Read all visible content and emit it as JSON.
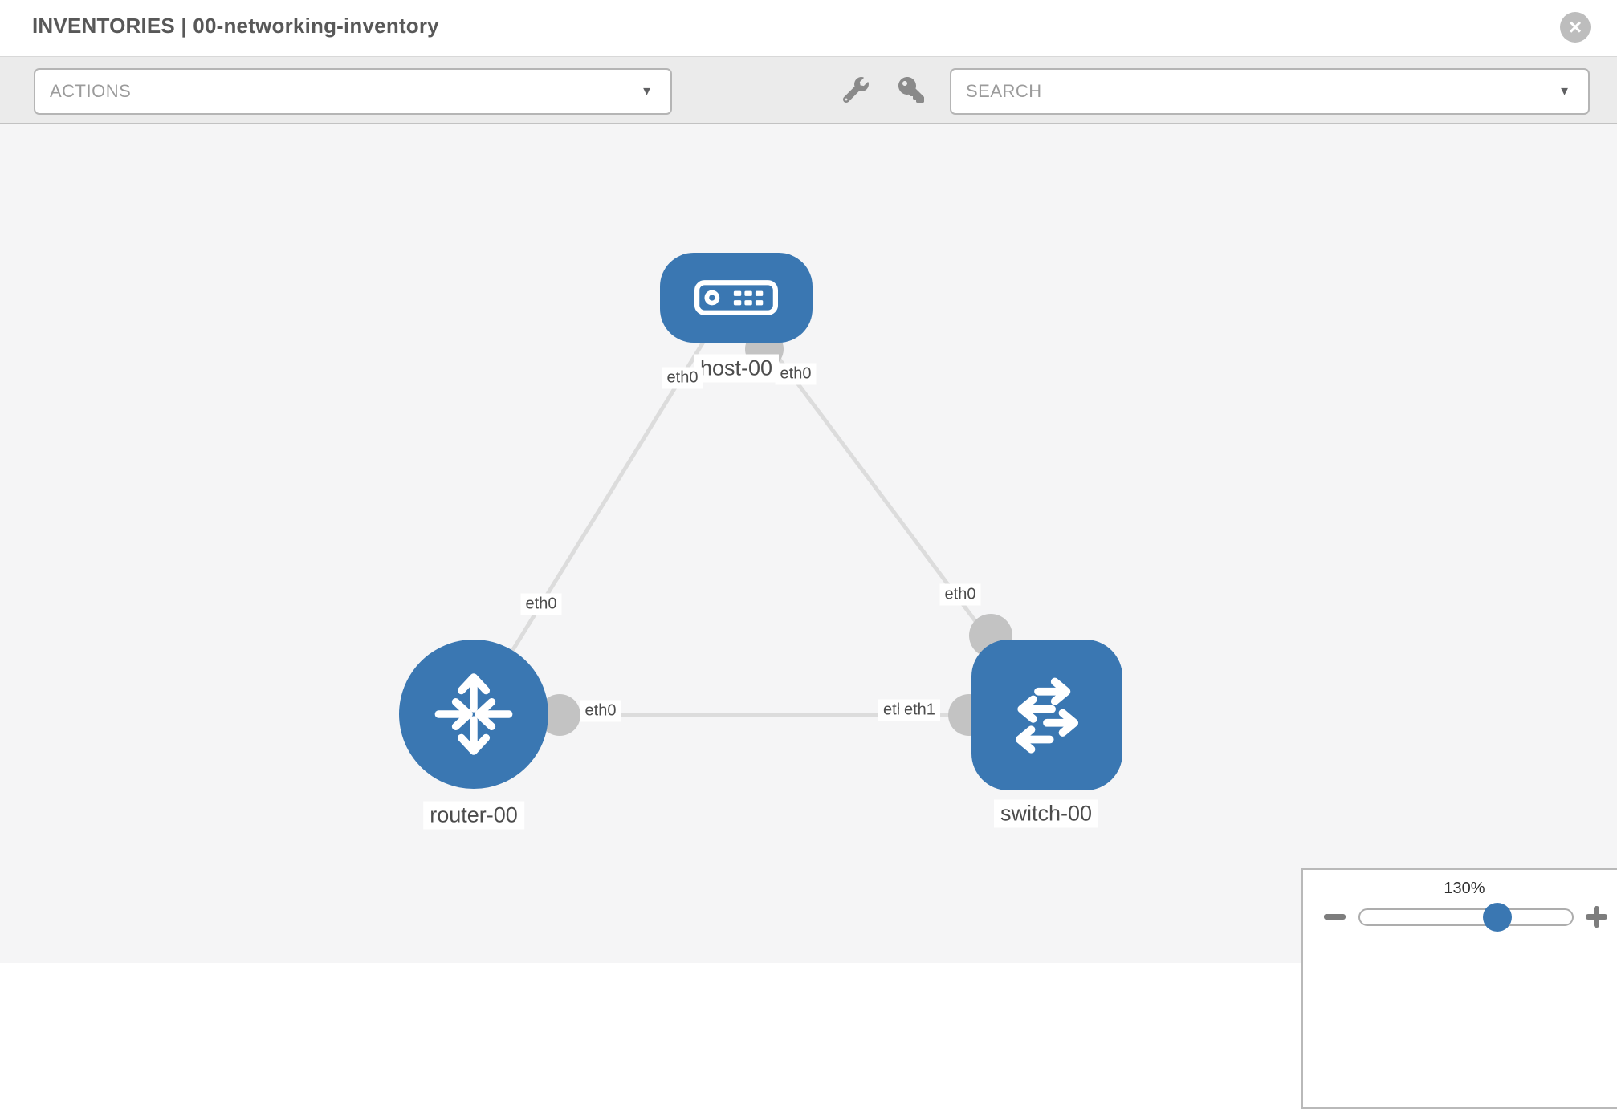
{
  "window": {
    "title": "INVENTORIES | 00-networking-inventory",
    "close_glyph": "×"
  },
  "toolbar": {
    "actions": {
      "label": "ACTIONS",
      "caret": "▼"
    },
    "search": {
      "label": "SEARCH",
      "caret": "▼"
    },
    "tool_icons": [
      "wrench",
      "key"
    ]
  },
  "topology": {
    "nodes": [
      {
        "id": "host-00",
        "type": "host",
        "label": "host-00"
      },
      {
        "id": "router-00",
        "type": "router",
        "label": "router-00"
      },
      {
        "id": "switch-00",
        "type": "switch",
        "label": "switch-00"
      }
    ],
    "links": [
      {
        "from": "host-00",
        "to": "router-00"
      },
      {
        "from": "host-00",
        "to": "switch-00"
      },
      {
        "from": "router-00",
        "to": "switch-00"
      }
    ],
    "interfaces": {
      "host_left": "eth0",
      "host_right": "eth0",
      "router_uplink": "eth0",
      "switch_uplink": "eth0",
      "router_east": "eth0",
      "switch_west_under": "eth0",
      "switch_west": "eth1"
    }
  },
  "zoom": {
    "level": "130%"
  },
  "colors": {
    "node-blue": "#3A77B2",
    "link-gray": "#DCDCDC",
    "connector-gray": "#C3C3C3",
    "canvas-bg": "#F5F5F6",
    "toolbar-bg": "#EBEBEB",
    "chip-text": "#4C4C4C",
    "title-text": "#585858",
    "muted-text": "#9B9B9B",
    "icon-gray": "#8A8A8A",
    "border-gray": "#B5B5B5"
  }
}
